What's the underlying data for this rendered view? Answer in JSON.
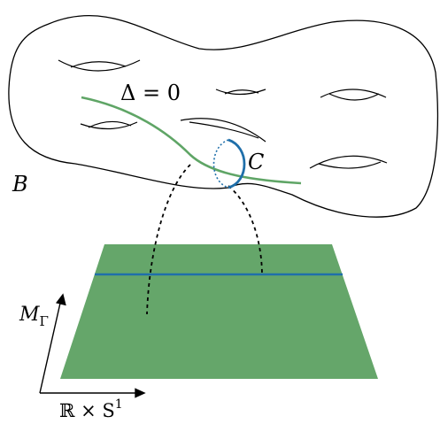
{
  "labels": {
    "surface": "B",
    "delta_eq": "Δ = 0",
    "cycle": "C",
    "m_base": "M",
    "m_sub": "Γ",
    "axis_base": "ℝ × S",
    "axis_sup": "1"
  },
  "colors": {
    "surface_stroke": "#000000",
    "green_curve": "#5fa566",
    "blue_cycle": "#1f6faa",
    "plane_fill": "#65a66a",
    "plane_line": "#1f6faa"
  }
}
